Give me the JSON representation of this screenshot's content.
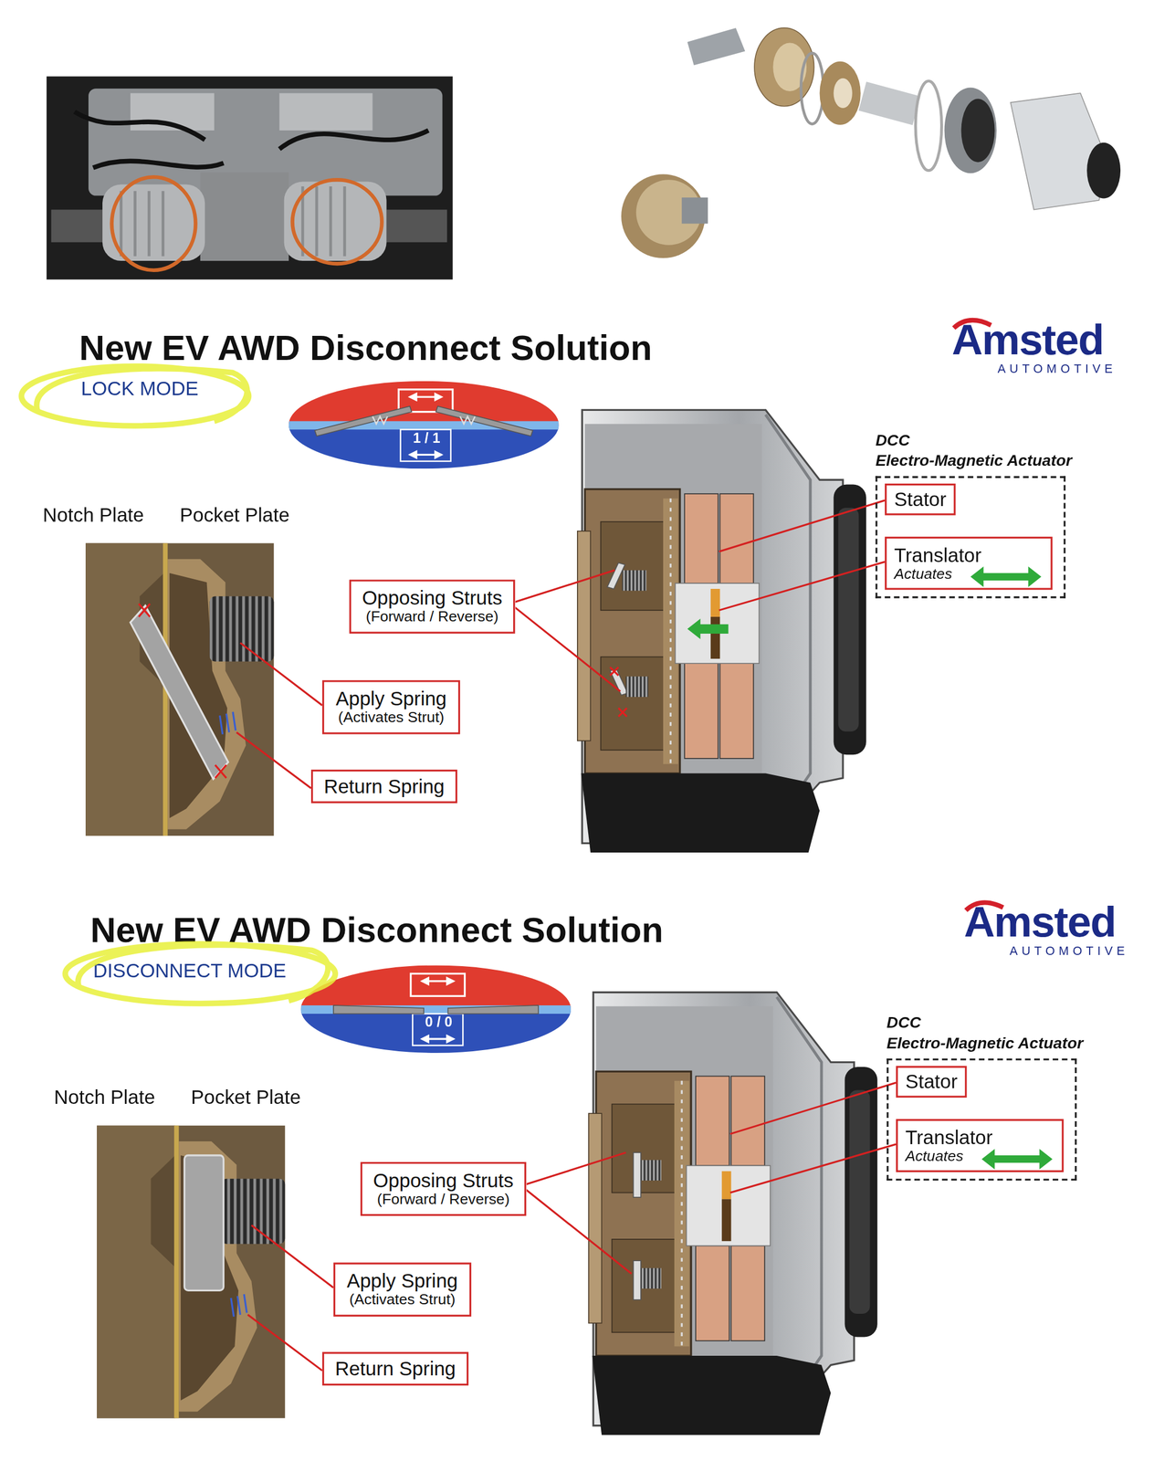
{
  "diagram": {
    "title": "New EV AWD Disconnect Solution",
    "nodes": [
      {
        "text": [
          "DCC",
          "Electro-Magnetic Actuator"
        ]
      },
      {
        "text": [
          "Stator"
        ],
        "in": 0
      },
      {
        "text": [
          "Translator",
          "Actuates"
        ],
        "in": 0
      },
      {
        "text": [
          "Opposing Struts",
          "(Forward / Reverse)"
        ]
      },
      {
        "text": [
          "Apply Spring",
          "(Activates Strut)"
        ]
      },
      {
        "text": [
          "Return Spring"
        ]
      },
      {
        "text": [
          "DCC",
          "Electro-Magnetic Actuator"
        ]
      },
      {
        "text": [
          "Stator"
        ],
        "in": 6
      },
      {
        "text": [
          "Translator",
          "Actuates"
        ],
        "in": 6
      },
      {
        "text": [
          "Opposing Struts",
          "(Forward / Reverse)"
        ]
      },
      {
        "text": [
          "Apply Spring",
          "(Activates Strut)"
        ]
      },
      {
        "text": [
          "Return Spring"
        ]
      }
    ],
    "labels": [
      "Amsted",
      "AUTOMOTIVE",
      "LOCK MODE",
      "1 / 1",
      "Notch Plate",
      "Pocket Plate",
      "New EV AWD Disconnect Solution",
      "Amsted",
      "AUTOMOTIVE",
      "DISCONNECT MODE",
      "0 / 0",
      "Notch Plate",
      "Pocket Plate"
    ]
  }
}
